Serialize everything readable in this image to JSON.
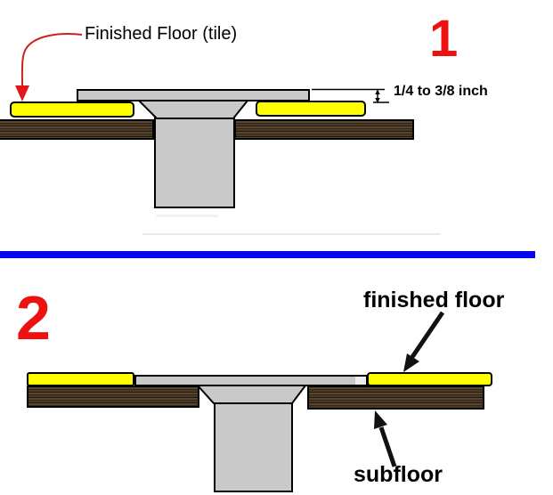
{
  "diagram1": {
    "step_number": "1",
    "finished_floor_label": "Finished Floor (tile)",
    "dimension_label": "1/4 to 3/8 inch"
  },
  "diagram2": {
    "step_number": "2",
    "finished_floor_label": "finished floor",
    "subfloor_label": "subfloor"
  },
  "colors": {
    "tile_yellow": "#ffff00",
    "flange_gray": "#c9c9c9",
    "subfloor_brown": "#4a3826",
    "divider_blue": "#0505ee",
    "number_red": "#ee1111",
    "annotation_arrow_red": "#d42222",
    "annotation_arrow_black": "#111111"
  }
}
